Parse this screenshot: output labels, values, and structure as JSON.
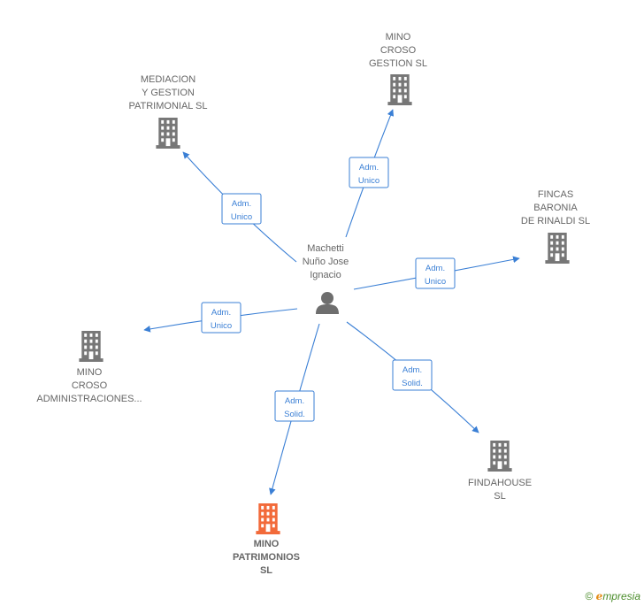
{
  "center": {
    "label": [
      "Machetti",
      "Nuño Jose",
      "Ignacio"
    ],
    "icon": "person-icon"
  },
  "nodes": [
    {
      "id": "mino-croso-gestion",
      "label": [
        "MINO",
        "CROSO",
        "GESTION  SL"
      ],
      "color": "#777777",
      "icon": "building-icon"
    },
    {
      "id": "mediacion",
      "label": [
        "MEDIACION",
        "Y GESTION",
        "PATRIMONIAL SL"
      ],
      "color": "#777777",
      "icon": "building-icon"
    },
    {
      "id": "fincas-baronia",
      "label": [
        "FINCAS",
        "BARONIA",
        "DE RINALDI  SL"
      ],
      "color": "#777777",
      "icon": "building-icon"
    },
    {
      "id": "mino-croso-admin",
      "label": [
        "MINO",
        "CROSO",
        "ADMINISTRACIONES..."
      ],
      "color": "#777777",
      "icon": "building-icon"
    },
    {
      "id": "findahouse",
      "label": [
        "FINDAHOUSE",
        "SL"
      ],
      "color": "#777777",
      "icon": "building-icon"
    },
    {
      "id": "mino-patrimonios",
      "label": [
        "MINO",
        "PATRIMONIOS",
        "SL"
      ],
      "color": "#f26a3a",
      "icon": "building-icon",
      "highlight": true
    }
  ],
  "edges": [
    {
      "to": "mino-croso-gestion",
      "label": [
        "Adm.",
        "Unico"
      ]
    },
    {
      "to": "mediacion",
      "label": [
        "Adm.",
        "Unico"
      ]
    },
    {
      "to": "fincas-baronia",
      "label": [
        "Adm.",
        "Unico"
      ]
    },
    {
      "to": "mino-croso-admin",
      "label": [
        "Adm.",
        "Unico"
      ]
    },
    {
      "to": "findahouse",
      "label": [
        "Adm.",
        "Solid."
      ]
    },
    {
      "to": "mino-patrimonios",
      "label": [
        "Adm.",
        "Solid."
      ]
    }
  ],
  "colors": {
    "edge": "#3a7fd5",
    "node_text": "#666666",
    "building": "#777777",
    "highlight": "#f26a3a"
  },
  "footer": {
    "copyright": "©",
    "brand_initial": "e",
    "brand_rest": "mpresia"
  }
}
